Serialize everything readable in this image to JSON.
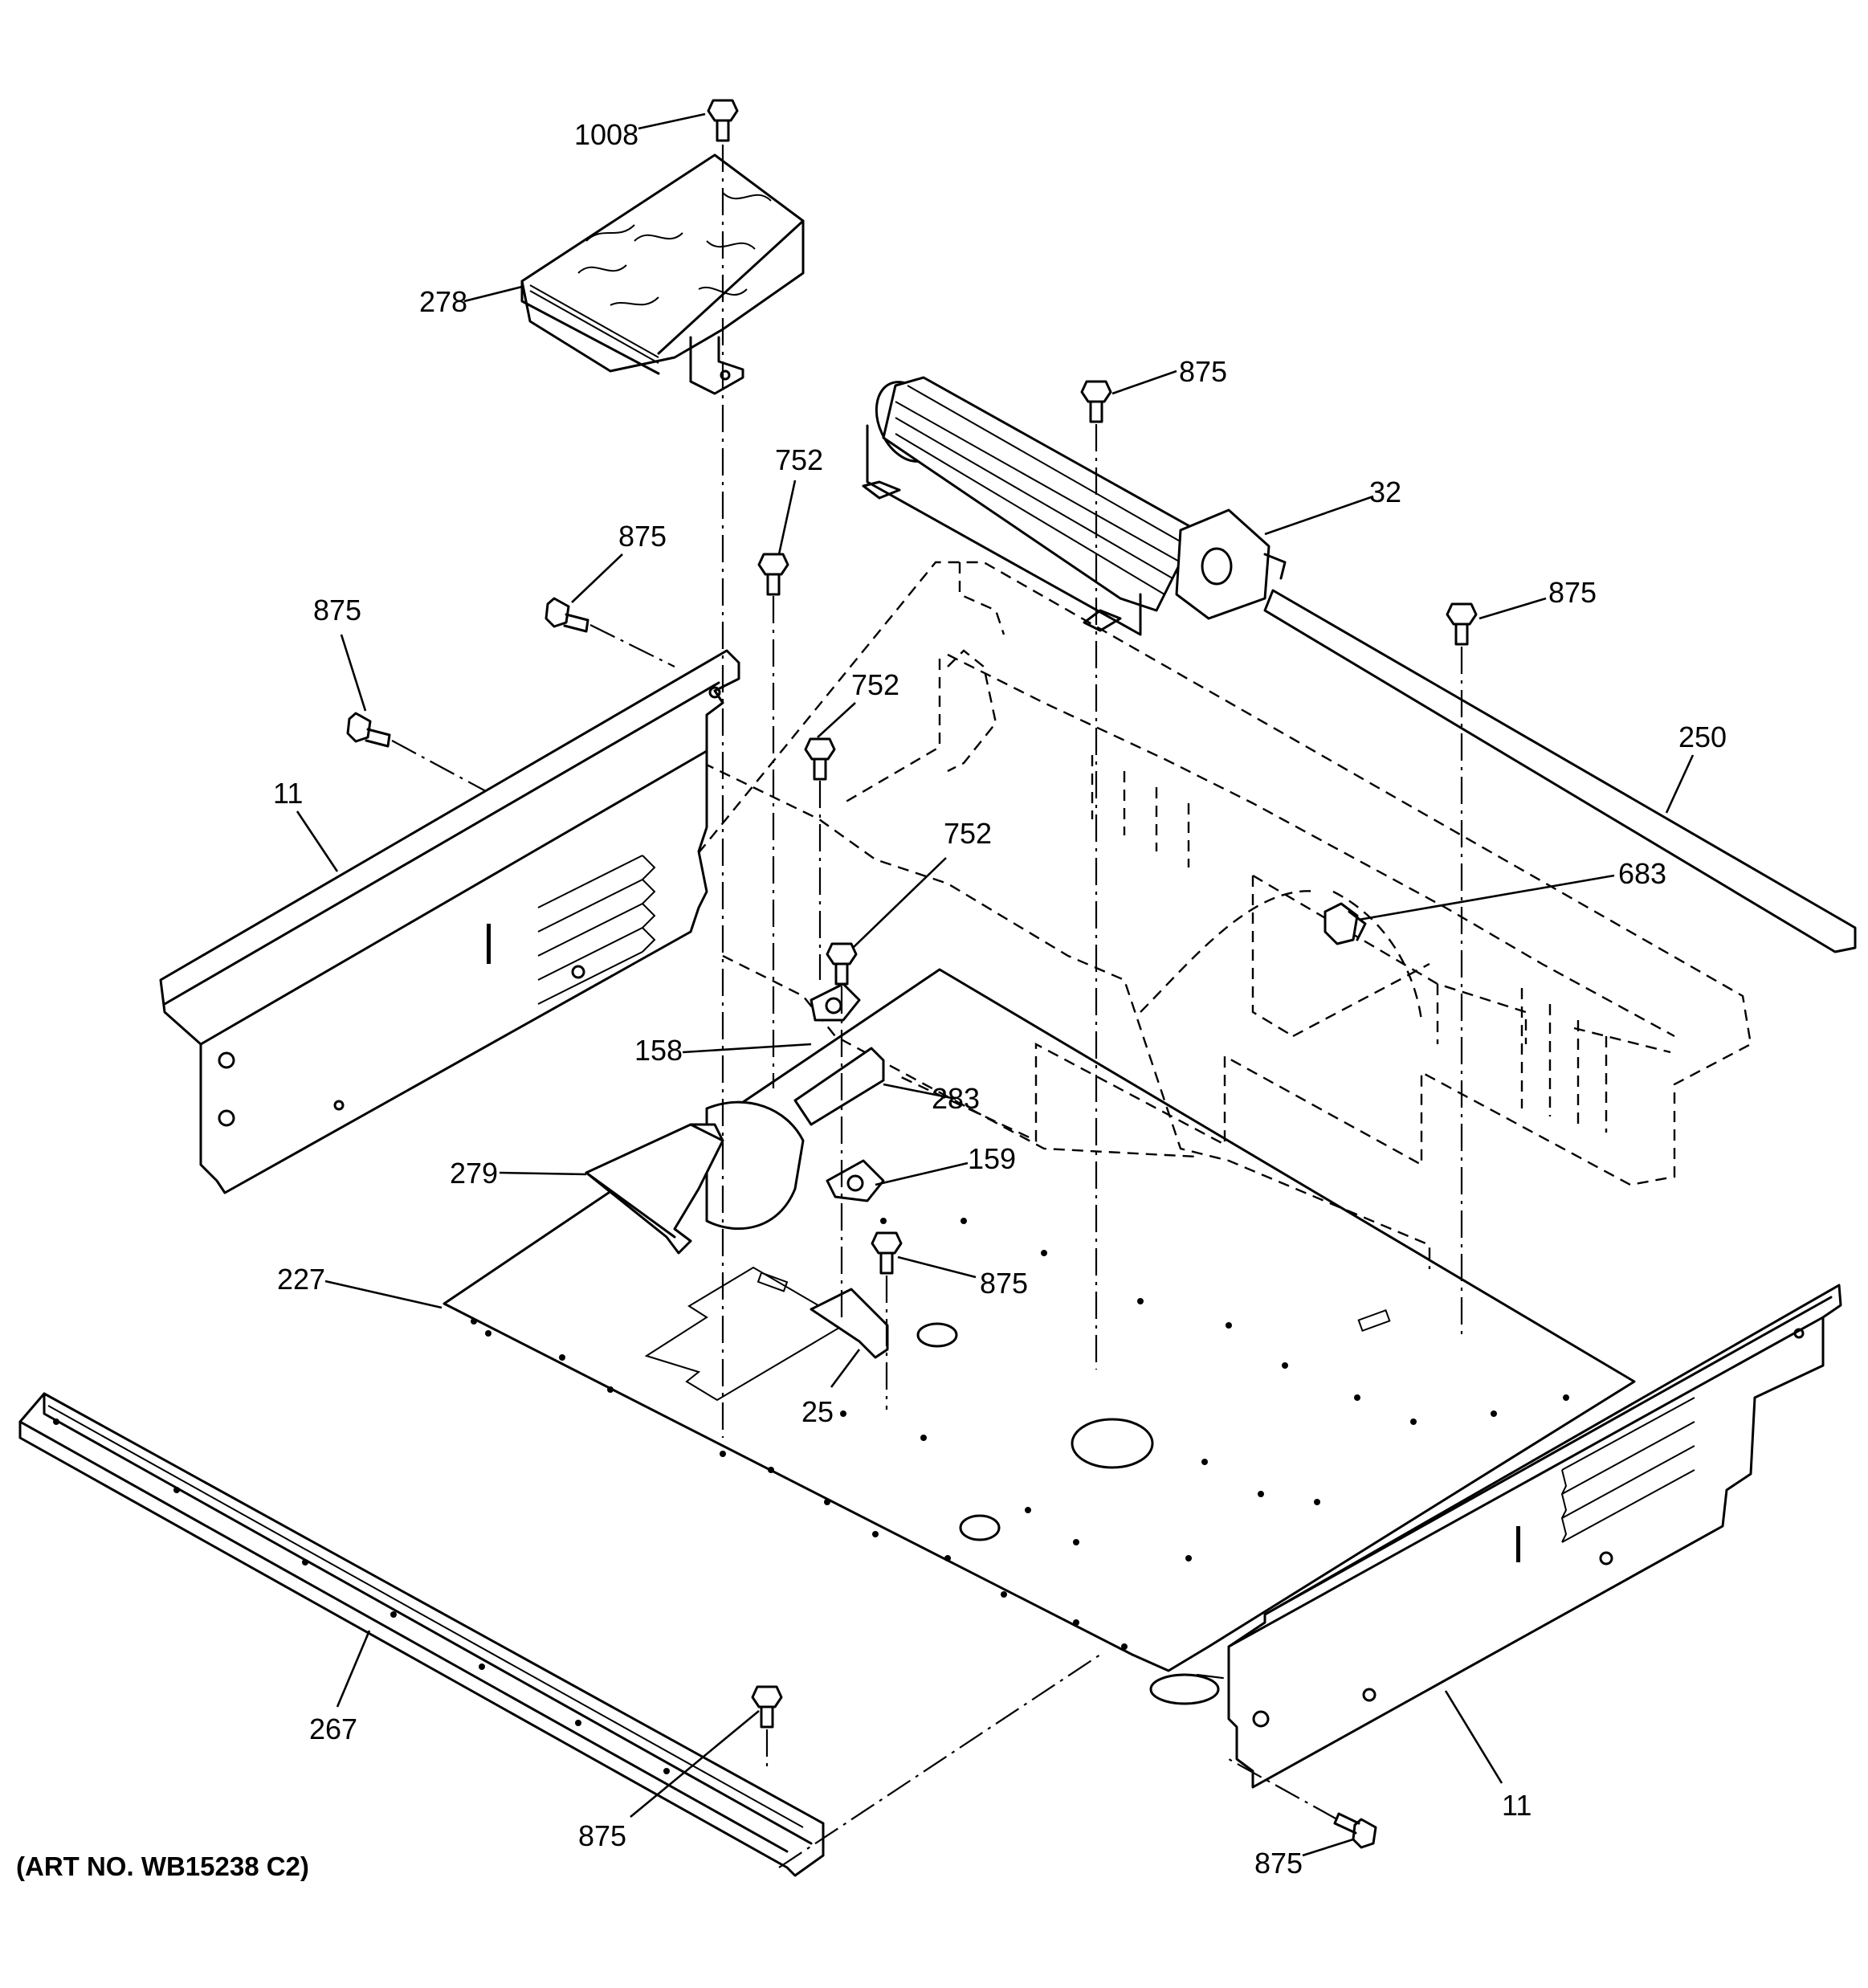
{
  "art_number": "(ART NO. WB15238 C2)",
  "callouts": {
    "screw_top": "1008",
    "insulation": "278",
    "screw_875_a": "875",
    "fan_blower": "32",
    "screw_752_a": "752",
    "screw_875_b": "875",
    "screw_875_c": "875",
    "screw_875_d": "875",
    "screw_752_b": "752",
    "rod": "250",
    "side_panel_left": "11",
    "screw_752_c": "752",
    "clip": "683",
    "thermostat_158": "158",
    "duct": "283",
    "vent": "279",
    "sensor": "159",
    "base_pan": "227",
    "screw_875_e": "875",
    "bracket": "25",
    "front_trim": "267",
    "screw_875_f": "875",
    "side_panel_right": "11",
    "screw_875_g": "875"
  },
  "colors": {
    "line": "#000000",
    "background": "#ffffff"
  }
}
